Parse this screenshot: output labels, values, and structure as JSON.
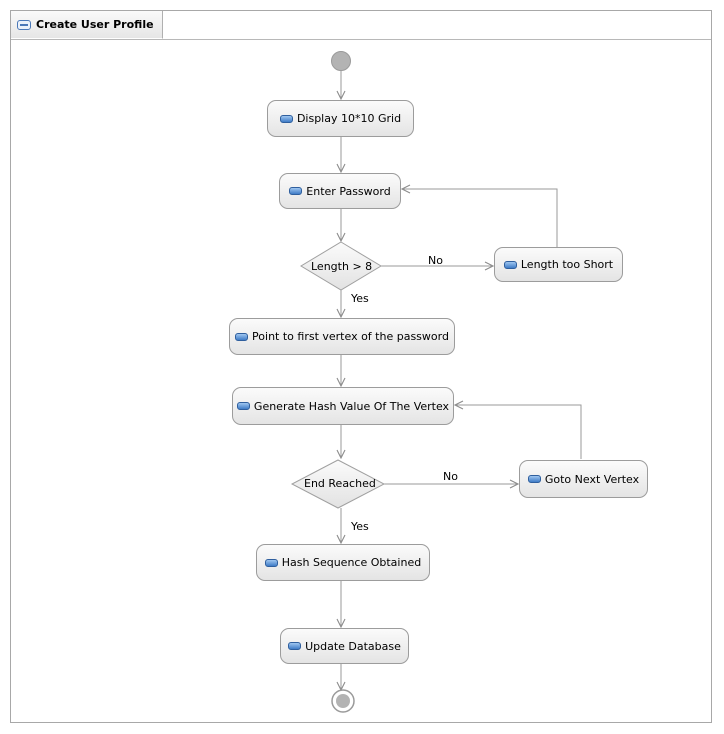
{
  "diagram": {
    "title": "Create User Profile",
    "nodes": {
      "display_grid": "Display 10*10 Grid",
      "enter_password": "Enter Password",
      "length_check": "Length > 8",
      "length_short": "Length too Short",
      "point_first": "Point to first vertex of the password",
      "generate_hash": "Generate Hash Value Of The Vertex",
      "end_reached": "End Reached",
      "goto_next": "Goto Next Vertex",
      "hash_sequence": "Hash Sequence Obtained",
      "update_db": "Update Database"
    },
    "edge_labels": {
      "length_no": "No",
      "length_yes": "Yes",
      "end_no": "No",
      "end_yes": "Yes"
    }
  }
}
